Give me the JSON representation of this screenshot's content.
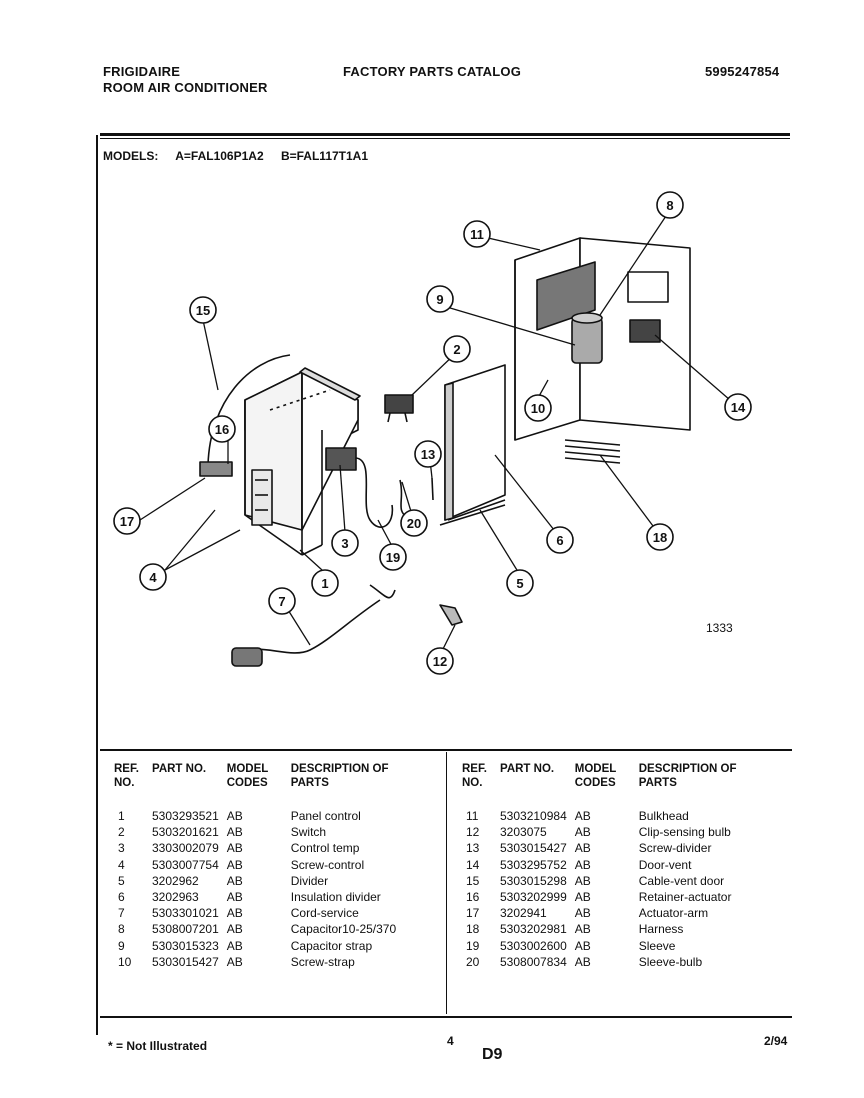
{
  "header": {
    "brand": "FRIGIDAIRE",
    "product": "ROOM AIR CONDITIONER",
    "catalog_title": "FACTORY PARTS CATALOG",
    "catalog_number": "5995247854"
  },
  "models": {
    "label": "MODELS:",
    "model_a": "A=FAL106P1A2",
    "model_b": "B=FAL117T1A1"
  },
  "diagram": {
    "figure_number": "1333",
    "callouts": [
      "1",
      "2",
      "3",
      "4",
      "5",
      "6",
      "7",
      "8",
      "9",
      "10",
      "11",
      "12",
      "13",
      "14",
      "15",
      "16",
      "17",
      "18",
      "19",
      "20"
    ]
  },
  "table": {
    "headers": {
      "ref": "REF. NO.",
      "part": "PART NO.",
      "model": "MODEL CODES",
      "desc": "DESCRIPTION OF PARTS"
    },
    "left_rows": [
      {
        "ref": "1",
        "part": "5303293521",
        "code": "AB",
        "desc": "Panel control"
      },
      {
        "ref": "2",
        "part": "5303201621",
        "code": "AB",
        "desc": "Switch"
      },
      {
        "ref": "3",
        "part": "3303002079",
        "code": "AB",
        "desc": "Control temp"
      },
      {
        "ref": "4",
        "part": "5303007754",
        "code": "AB",
        "desc": "Screw-control"
      },
      {
        "ref": "5",
        "part": "3202962",
        "code": "AB",
        "desc": "Divider"
      },
      {
        "ref": "6",
        "part": "3202963",
        "code": "AB",
        "desc": "Insulation divider"
      },
      {
        "ref": "7",
        "part": "5303301021",
        "code": "AB",
        "desc": "Cord-service"
      },
      {
        "ref": "8",
        "part": "5308007201",
        "code": "AB",
        "desc": "Capacitor10-25/370"
      },
      {
        "ref": "9",
        "part": "5303015323",
        "code": "AB",
        "desc": "Capacitor strap"
      },
      {
        "ref": "10",
        "part": "5303015427",
        "code": "AB",
        "desc": "Screw-strap"
      }
    ],
    "right_rows": [
      {
        "ref": "11",
        "part": "5303210984",
        "code": "AB",
        "desc": "Bulkhead"
      },
      {
        "ref": "12",
        "part": "3203075",
        "code": "AB",
        "desc": "Clip-sensing bulb"
      },
      {
        "ref": "13",
        "part": "5303015427",
        "code": "AB",
        "desc": "Screw-divider"
      },
      {
        "ref": "14",
        "part": "5303295752",
        "code": "AB",
        "desc": "Door-vent"
      },
      {
        "ref": "15",
        "part": "5303015298",
        "code": "AB",
        "desc": "Cable-vent door"
      },
      {
        "ref": "16",
        "part": "5303202999",
        "code": "AB",
        "desc": "Retainer-actuator"
      },
      {
        "ref": "17",
        "part": "3202941",
        "code": "AB",
        "desc": "Actuator-arm"
      },
      {
        "ref": "18",
        "part": "5303202981",
        "code": "AB",
        "desc": "Harness"
      },
      {
        "ref": "19",
        "part": "5303002600",
        "code": "AB",
        "desc": "Sleeve"
      },
      {
        "ref": "20",
        "part": "5308007834",
        "code": "AB",
        "desc": "Sleeve-bulb"
      }
    ]
  },
  "footer": {
    "note": "* = Not Illustrated",
    "page_number": "4",
    "section_code": "D9",
    "date": "2/94"
  }
}
